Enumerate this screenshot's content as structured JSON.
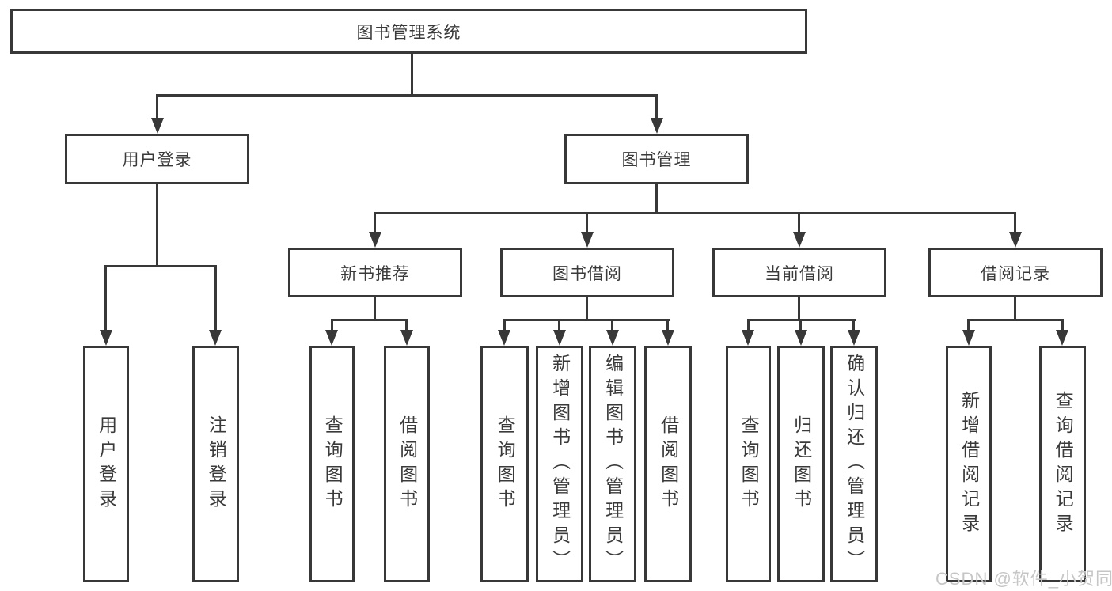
{
  "tree": {
    "label": "图书管理系统",
    "children": [
      {
        "label": "用户登录",
        "children": [
          {
            "label": "用户登录"
          },
          {
            "label": "注销登录"
          }
        ]
      },
      {
        "label": "图书管理",
        "children": [
          {
            "label": "新书推荐",
            "children": [
              {
                "label": "查询图书"
              },
              {
                "label": "借阅图书"
              }
            ]
          },
          {
            "label": "图书借阅",
            "children": [
              {
                "label": "查询图书"
              },
              {
                "label": "新增图书（管理员）"
              },
              {
                "label": "编辑图书（管理员）"
              },
              {
                "label": "借阅图书"
              }
            ]
          },
          {
            "label": "当前借阅",
            "children": [
              {
                "label": "查询图书"
              },
              {
                "label": "归还图书"
              },
              {
                "label": "确认归还（管理员）"
              }
            ]
          },
          {
            "label": "借阅记录",
            "children": [
              {
                "label": "新增借阅记录"
              },
              {
                "label": "查询借阅记录"
              }
            ]
          }
        ]
      }
    ]
  },
  "watermark": {
    "text": "CSDN @软件_小贺同学"
  },
  "colors": {
    "line": "#383838",
    "text": "#3a3a3a",
    "bg": "#ffffff",
    "watermark": "#c6c6c6"
  }
}
